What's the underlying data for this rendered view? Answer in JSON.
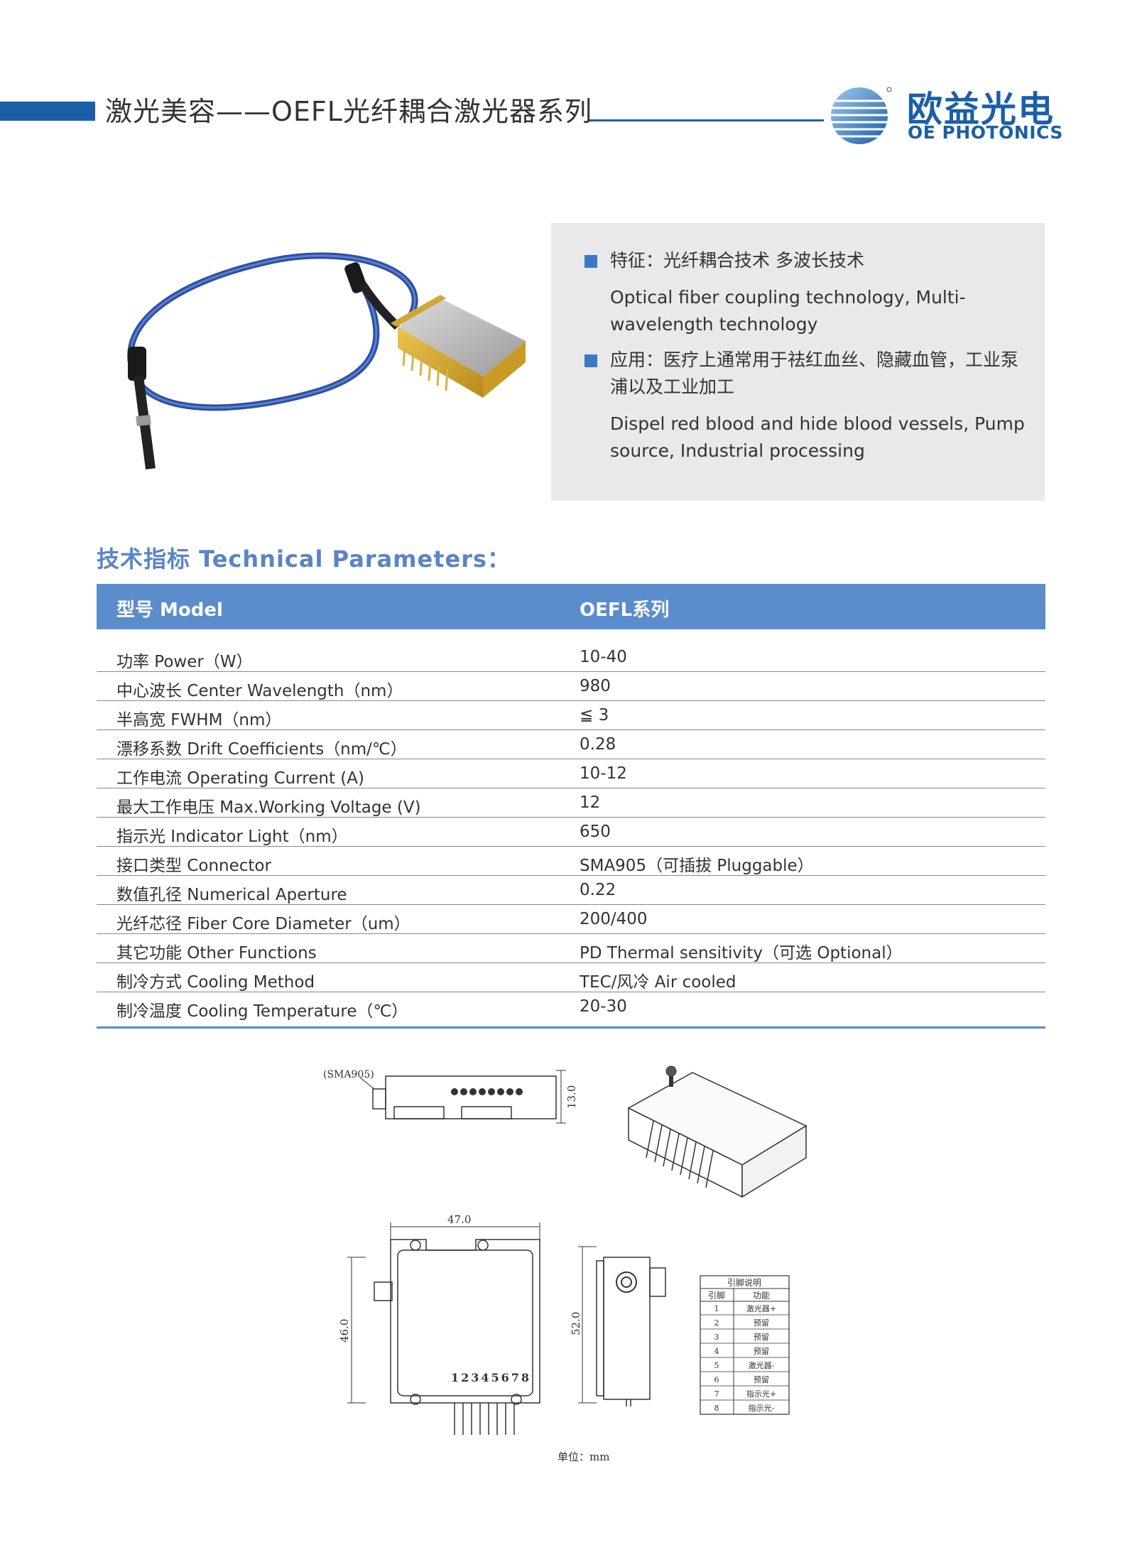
{
  "header": {
    "title": "激光美容——OEFL光纤耦合激光器系列",
    "logo_cn": "欧益光电",
    "logo_en": "OE PHOTONICS"
  },
  "features": {
    "feature_line1": "特征：光纤耦合技术 多波长技术",
    "feature_line2": "Optical fiber coupling technology, Multi-",
    "feature_line3": "wavelength technology",
    "application_line1": "应用：医疗上通常用于祛红血丝、隐藏血管，工业泵",
    "application_line2": "浦以及工业加工",
    "application_line3": "Dispel red blood and hide blood vessels, Pump",
    "application_line4": "source, Industrial processing"
  },
  "section_title": "技术指标 Technical Parameters：",
  "table": {
    "head_param": "型号 Model",
    "head_value": "OEFL系列",
    "rows": [
      {
        "param": "功率 Power（W）",
        "value": "10-40"
      },
      {
        "param": "中心波长 Center Wavelength（nm）",
        "value": "980"
      },
      {
        "param": "半高宽 FWHM（nm）",
        "value": "≦ 3"
      },
      {
        "param": "漂移系数 Drift Coefficients（nm/℃）",
        "value": "0.28"
      },
      {
        "param": "工作电流 Operating Current (A)",
        "value": "10-12"
      },
      {
        "param": "最大工作电压 Max.Working Voltage (V)",
        "value": "12"
      },
      {
        "param": "指示光 Indicator Light（nm）",
        "value": "650"
      },
      {
        "param": "接口类型 Connector",
        "value": "SMA905（可插拔 Pluggable）"
      },
      {
        "param": "数值孔径 Numerical Aperture",
        "value": "0.22"
      },
      {
        "param": "光纤芯径 Fiber Core Diameter（um）",
        "value": "200/400"
      },
      {
        "param": "其它功能 Other Functions",
        "value": "PD  Thermal sensitivity（可选 Optional）"
      },
      {
        "param": "制冷方式 Cooling Method",
        "value": "TEC/风冷 Air cooled"
      },
      {
        "param": "制冷温度 Cooling Temperature（℃）",
        "value": "20-30"
      }
    ]
  },
  "drawings": {
    "sma_label": "(SMA905)",
    "dim_13": "13.0",
    "dim_47": "47.0",
    "dim_46": "46.0",
    "dim_52": "52.0",
    "pin_numbers": "12345678",
    "unit_label": "单位：mm",
    "pin_table": {
      "title": "引脚说明",
      "col_pin": "引脚",
      "col_func": "功能",
      "rows": [
        {
          "pin": "1",
          "func": "激光器+"
        },
        {
          "pin": "2",
          "func": "预留"
        },
        {
          "pin": "3",
          "func": "预留"
        },
        {
          "pin": "4",
          "func": "预留"
        },
        {
          "pin": "5",
          "func": "激光器-"
        },
        {
          "pin": "6",
          "func": "预留"
        },
        {
          "pin": "7",
          "func": "指示光+"
        },
        {
          "pin": "8",
          "func": "指示光-"
        }
      ]
    }
  },
  "colors": {
    "brand_blue": "#1a5fa8",
    "table_header": "#5b8ccc",
    "section_title": "#5b84c4",
    "feature_bg": "#e9e9ea"
  }
}
